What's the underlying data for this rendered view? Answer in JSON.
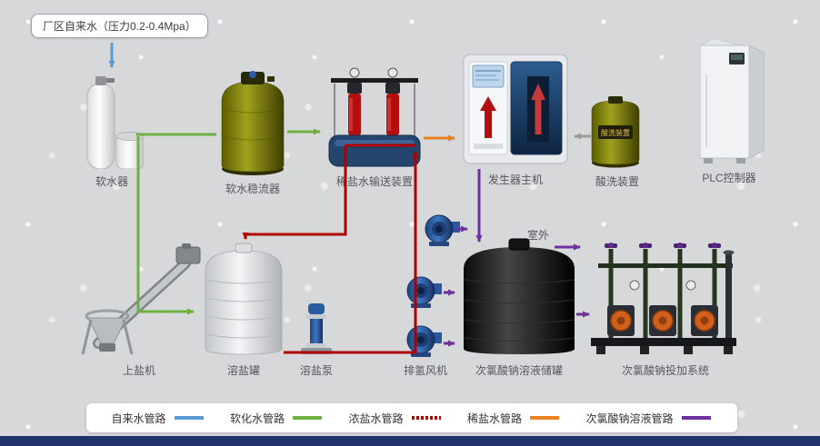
{
  "callout": {
    "text": "厂区自来水（压力0.2-0.4Mpa）"
  },
  "outdoor_label": "室外",
  "equipment": {
    "softener": {
      "label": "软水器"
    },
    "stabilizer": {
      "label": "软水稳流器"
    },
    "brine_transport": {
      "label": "稀盐水输送装置"
    },
    "generator": {
      "label": "发生器主机"
    },
    "acid_wash": {
      "label": "酸洗装置",
      "plate_text": "酸洗装置"
    },
    "plc": {
      "label": "PLC控制器"
    },
    "salt_loader": {
      "label": "上盐机"
    },
    "salt_tank": {
      "label": "溶盐罐"
    },
    "salt_pump": {
      "label": "溶盐泵"
    },
    "hydrogen_fans": {
      "label": "排氢风机"
    },
    "storage_tank": {
      "label": "次氯酸钠溶液储罐"
    },
    "dosing_system": {
      "label": "次氯酸钠投加系统"
    }
  },
  "pipelines": {
    "tap_water": "#5b9bd5",
    "softened_water": "#6fb043",
    "concentrated_brine": "#b00000",
    "dilute_brine": "#e8821e",
    "naclo_solution": "#7030a0",
    "acid_feed": "#9a9a9a"
  },
  "legend": {
    "items": [
      {
        "label": "自来水管路",
        "color": "#5b9bd5"
      },
      {
        "label": "软化水管路",
        "color": "#6fb043"
      },
      {
        "label": "浓盐水管路",
        "color": "#b00000"
      },
      {
        "label": "稀盐水管路",
        "color": "#e8821e"
      },
      {
        "label": "次氯酸钠溶液管路",
        "color": "#7030a0"
      }
    ]
  }
}
